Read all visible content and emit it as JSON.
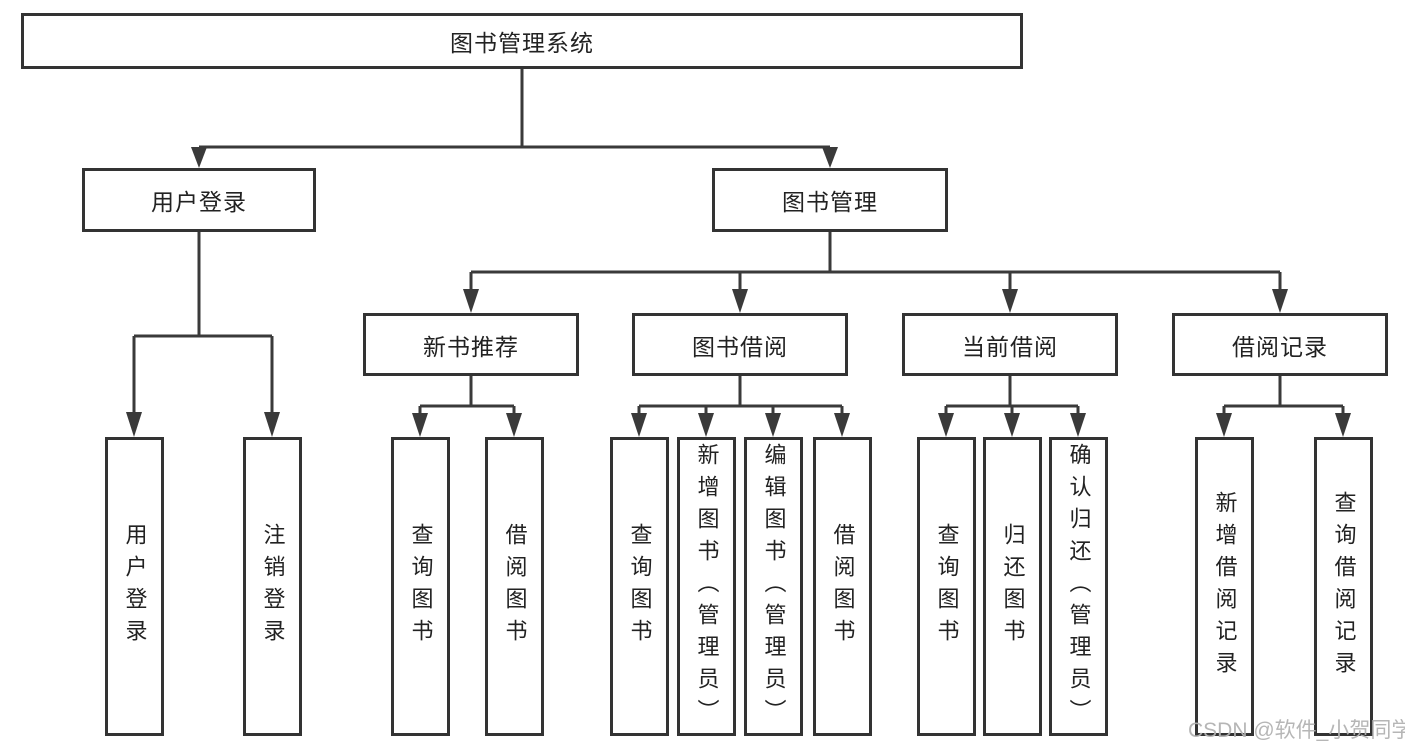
{
  "title": "图书管理系统",
  "nodes": {
    "root": "图书管理系统",
    "user_login": "用户登录",
    "book_mgmt": "图书管理",
    "new_book_rec": "新书推荐",
    "book_borrow": "图书借阅",
    "current_borrow": "当前借阅",
    "borrow_record": "借阅记录",
    "ul_login": "用户登录",
    "ul_logout": "注销登录",
    "nbr_query": "查询图书",
    "nbr_borrow": "借阅图书",
    "bb_query": "查询图书",
    "bb_add": "新增图书（管理员）",
    "bb_edit": "编辑图书（管理员）",
    "bb_borrow": "借阅图书",
    "cb_query": "查询图书",
    "cb_return": "归还图书",
    "cb_confirm": "确认归还（管理员）",
    "br_add": "新增借阅记录",
    "br_query": "查询借阅记录"
  },
  "watermark": "CSDN @软件_小贺同学",
  "colors": {
    "line": "#3a3a3a",
    "box_border": "#333333",
    "text": "#222222",
    "watermark": "#b3b3b3",
    "background": "#ffffff"
  }
}
